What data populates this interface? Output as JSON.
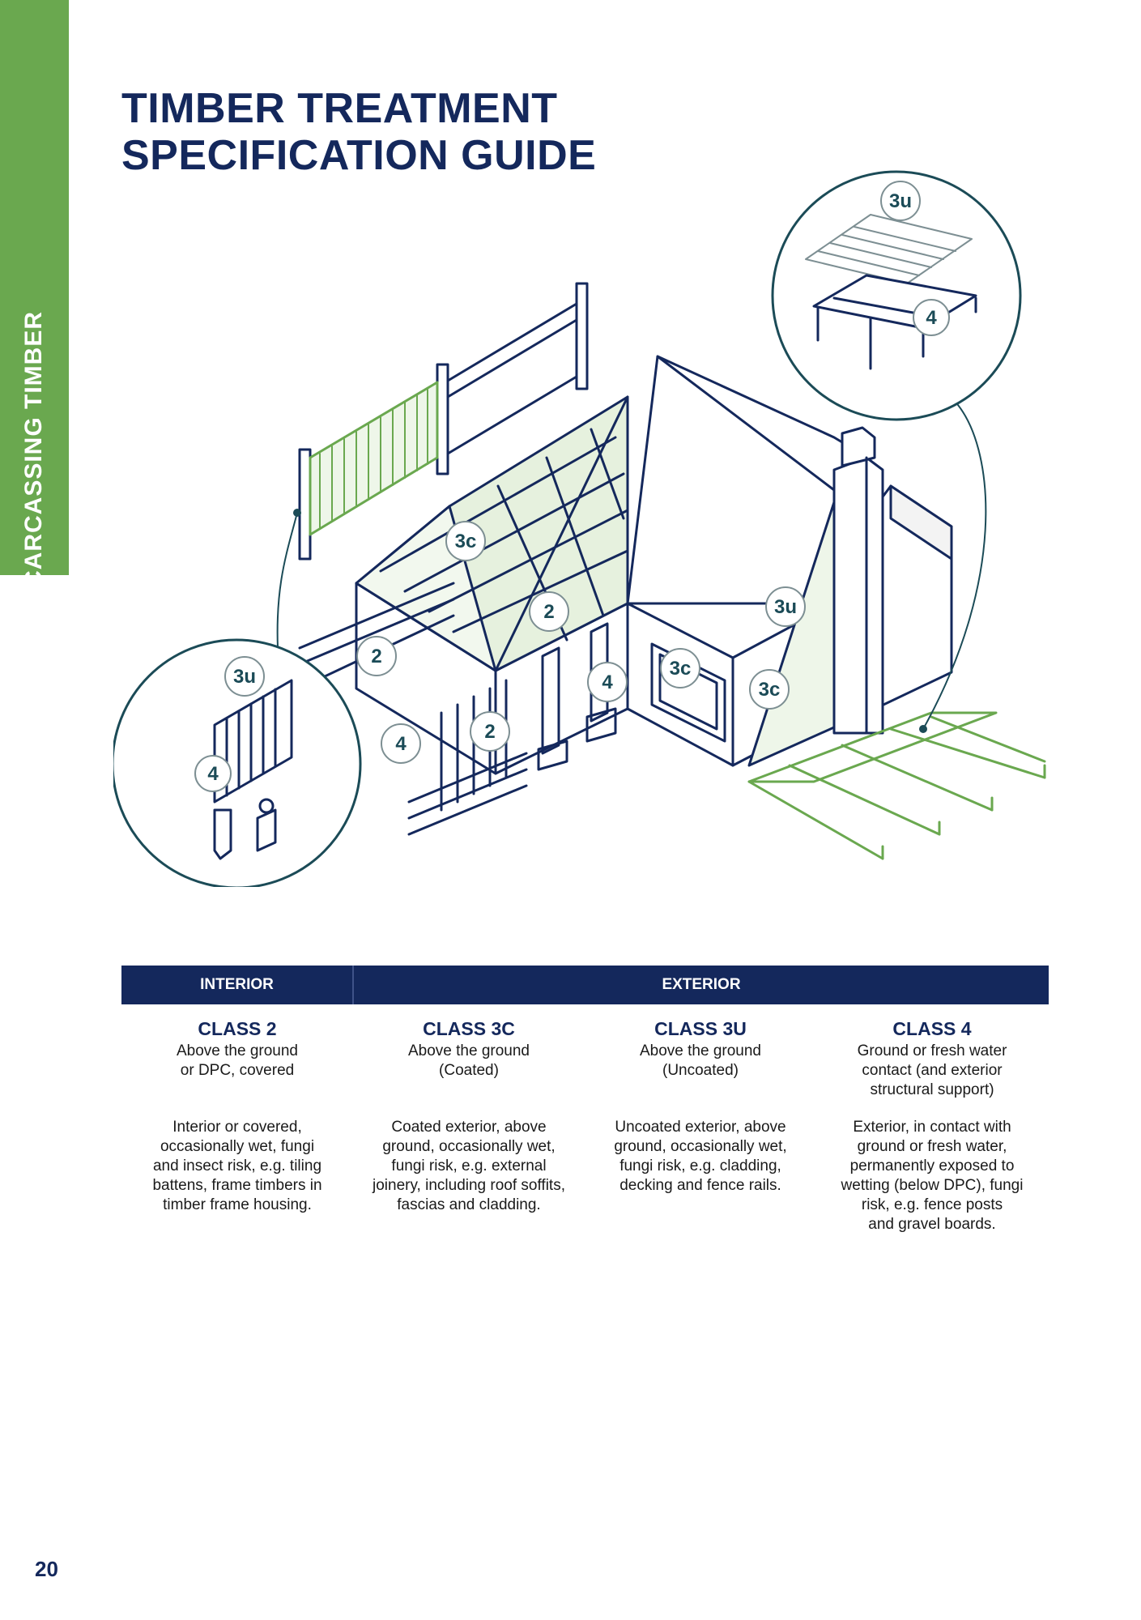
{
  "side_tab": {
    "label": "CARCASSING TIMBER"
  },
  "title": {
    "line1": "TIMBER TREATMENT",
    "line2": "SPECIFICATION GUIDE"
  },
  "illustration": {
    "badges": [
      "3u",
      "4",
      "3c",
      "2",
      "3u",
      "3c",
      "3c",
      "4",
      "2",
      "2",
      "4",
      "3u",
      "4"
    ],
    "colors": {
      "navy": "#14285c",
      "teal": "#1b4b57",
      "green": "#6aa84f",
      "pale_green": "#e6f1de"
    }
  },
  "table": {
    "header_interior": "INTERIOR",
    "header_exterior": "EXTERIOR",
    "columns": [
      {
        "class": "CLASS 2",
        "subtitle": "Above the ground\nor DPC, covered",
        "description": "Interior or covered,\noccasionally wet, fungi\nand insect risk, e.g. tiling\nbattens, frame timbers in\ntimber frame housing."
      },
      {
        "class": "CLASS 3C",
        "subtitle": "Above the ground\n(Coated)",
        "description": "Coated exterior, above\nground, occasionally wet,\nfungi risk, e.g. external\njoinery, including roof soffits,\nfascias and cladding."
      },
      {
        "class": "CLASS 3U",
        "subtitle": "Above the ground\n(Uncoated)",
        "description": "Uncoated exterior, above\nground, occasionally wet,\nfungi risk, e.g. cladding,\ndecking and fence rails."
      },
      {
        "class": "CLASS 4",
        "subtitle": "Ground or fresh water\ncontact (and exterior\nstructural support)",
        "description": "Exterior, in contact with\nground or fresh water,\npermanently exposed to\nwetting (below DPC), fungi\nrisk, e.g. fence posts\nand gravel boards."
      }
    ]
  },
  "page_number": "20"
}
